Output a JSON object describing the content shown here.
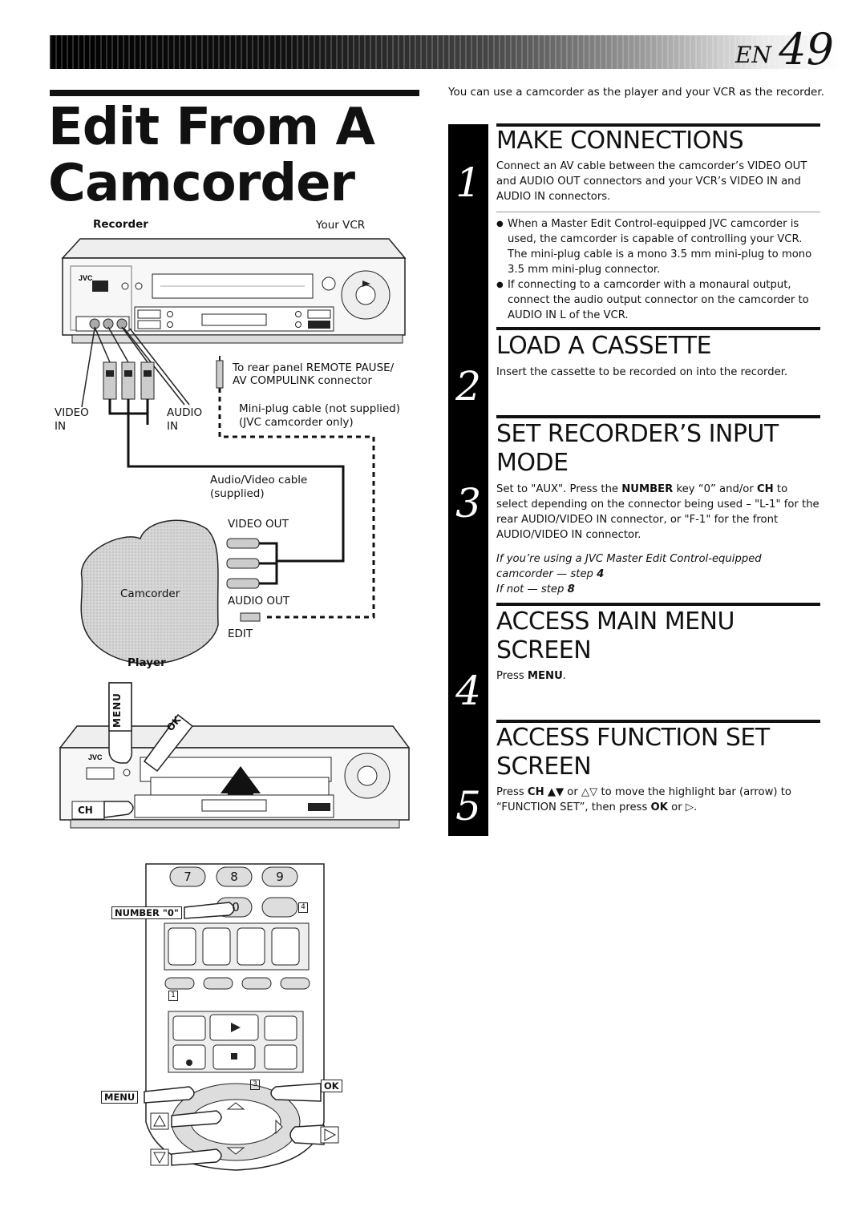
{
  "header": {
    "lang": "EN",
    "page_number": "49"
  },
  "title": {
    "line1": "Edit From A",
    "line2": "Camcorder"
  },
  "diagram": {
    "recorder_label": "Recorder",
    "your_vcr_label": "Your VCR",
    "rear_panel_label1": "To rear panel REMOTE PAUSE/",
    "rear_panel_label2": "AV COMPULINK connector",
    "video_in_label1": "VIDEO",
    "video_in_label2": "IN",
    "audio_in_label1": "AUDIO",
    "audio_in_label2": "IN",
    "mini_plug_label1": "Mini-plug cable (not supplied)",
    "mini_plug_label2": "(JVC camcorder only)",
    "av_cable_label1": "Audio/Video cable",
    "av_cable_label2": "(supplied)",
    "video_out_label": "VIDEO OUT",
    "camcorder_label": "Camcorder",
    "audio_out_label": "AUDIO OUT",
    "edit_label": "EDIT",
    "player_label": "Player",
    "brand_label": "JVC",
    "menu_label": "MENU",
    "ok_label": "OK",
    "ch_label": "CH",
    "remote_keys": [
      "7",
      "8",
      "9",
      "0",
      "4"
    ],
    "remote_num1": "1",
    "remote_num3": "3",
    "number0_label": "NUMBER \"0\"",
    "remote_menu_label": "MENU",
    "remote_ok_label": "OK"
  },
  "intro": "You can use a camcorder as the player and your VCR as the recorder.",
  "steps": [
    {
      "number": "1",
      "title": "MAKE CONNECTIONS",
      "text": "Connect an AV cable between the camcorder’s VIDEO OUT and AUDIO OUT connectors and your VCR’s VIDEO IN and AUDIO IN connectors.",
      "bullet1": "When a Master Edit Control-equipped JVC camcorder is used, the camcorder is capable of controlling your VCR. The mini-plug cable is a mono 3.5 mm mini-plug to mono 3.5 mm mini-plug connector.",
      "bullet2": "If connecting to a camcorder with a monaural output, connect the audio output connector on the camcorder to AUDIO IN L of the VCR."
    },
    {
      "number": "2",
      "title": "LOAD A CASSETTE",
      "text": "Insert the cassette to be recorded on into the recorder."
    },
    {
      "number": "3",
      "title1": "SET RECORDER’S INPUT",
      "title2": "MODE",
      "text_a": "Set to \"AUX\". Press the ",
      "text_b": "NUMBER",
      "text_c": " key “0” and/or ",
      "text_d": "CH",
      "text_e": " to select depending on the connector being used – \"L-1\" for the rear AUDIO/VIDEO IN connector, or \"F-1\" for the front AUDIO/VIDEO IN connector.",
      "note1": "If you’re using a JVC Master Edit Control-equipped camcorder — step ",
      "note1_step": "4",
      "note2": "If not — step ",
      "note2_step": "8"
    },
    {
      "number": "4",
      "title1": "ACCESS MAIN MENU",
      "title2": "SCREEN",
      "text_a": "Press ",
      "text_b": "MENU",
      "text_c": "."
    },
    {
      "number": "5",
      "title1": "ACCESS FUNCTION SET",
      "title2": "SCREEN",
      "text_a": "Press ",
      "text_b": "CH",
      "text_c": " ▲▼ or △▽ to move the highlight bar (arrow) to “FUNCTION SET”, then press ",
      "text_d": "OK",
      "text_e": " or ▷."
    }
  ]
}
